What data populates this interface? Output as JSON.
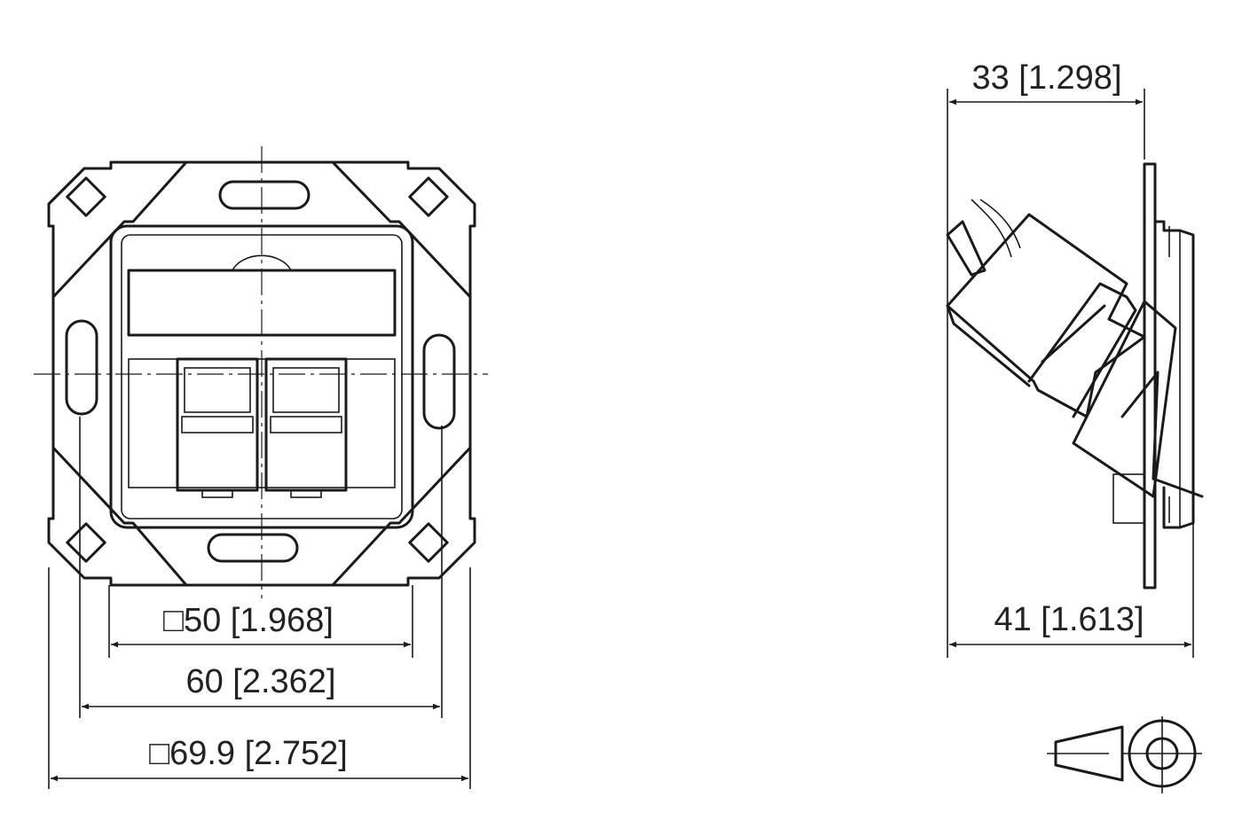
{
  "drawing": {
    "front_view": {
      "dim_inner_square": "□50 [1.968]",
      "dim_mount_spacing": "60 [2.362]",
      "dim_outer_square": "□69.9 [2.752]"
    },
    "side_view": {
      "dim_depth_module": "33 [1.298]",
      "dim_depth_total": "41 [1.613]"
    },
    "projection_symbol": "first-angle-projection-icon",
    "line_color": "#1a1a1a"
  }
}
